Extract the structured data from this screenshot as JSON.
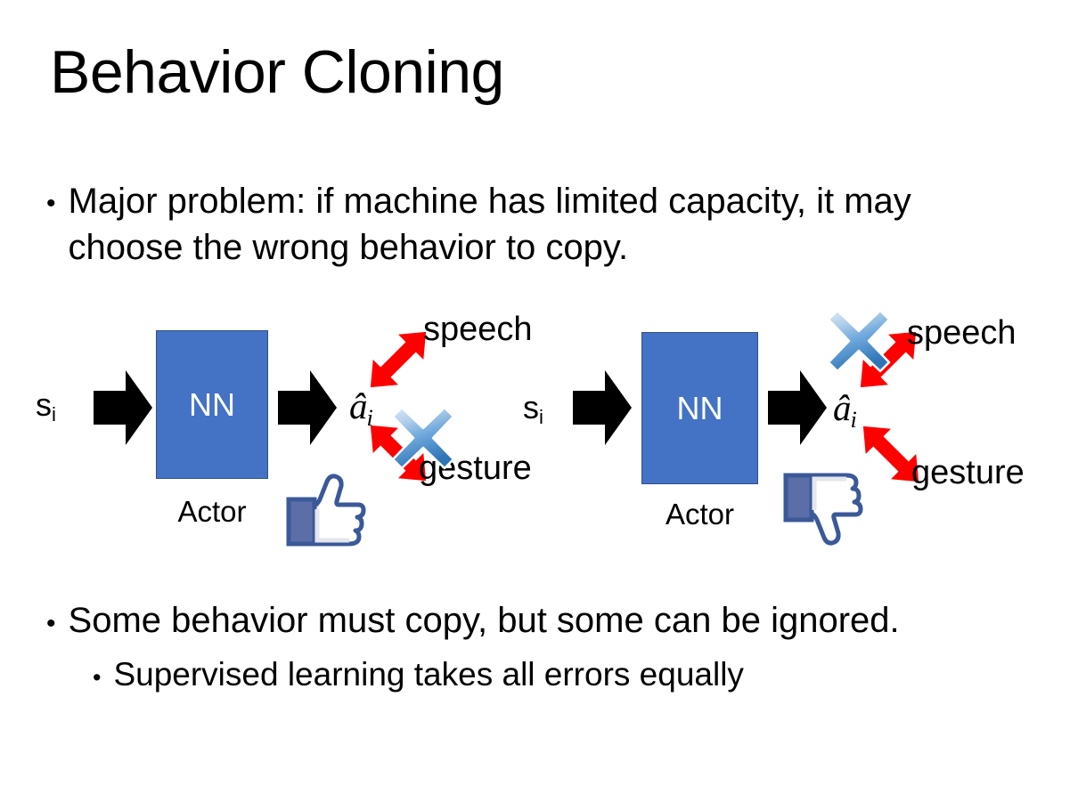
{
  "slide": {
    "title": "Behavior Cloning",
    "background_color": "#FFFFFF",
    "text_color": "#000000"
  },
  "bullets": {
    "top": {
      "marker": "•",
      "text": "Major problem: if machine has limited capacity, it may choose the wrong behavior to copy."
    },
    "bottom_primary": {
      "marker": "•",
      "text": "Some behavior must copy, but some can be ignored."
    },
    "bottom_secondary": {
      "marker": "•",
      "text": "Supervised learning takes all errors equally"
    }
  },
  "colors": {
    "nn_fill": "#4472C4",
    "nn_border": "#2F528F",
    "arrow_black": "#000000",
    "arrow_red": "#FF0000",
    "x_blue_light": "#BDD7F0",
    "x_blue_mid": "#5B9BD5",
    "x_blue_dark": "#2E75B6",
    "thumb_outline": "#3B5998",
    "thumb_cuff": "#5B6EA8",
    "thumb_fill": "#FFFFFF",
    "thumb_shade": "#E4E6EB"
  },
  "diagrams": [
    {
      "id": "left",
      "state_label": "s",
      "state_subscript": "i",
      "nn_label": "NN",
      "actor_label": "Actor",
      "action_label": "â",
      "action_subscript": "i",
      "outputs": [
        {
          "name": "speech",
          "label": "speech",
          "crossed_out": false
        },
        {
          "name": "gesture",
          "label": "gesture",
          "crossed_out": true
        }
      ],
      "verdict": "thumbs-up",
      "x_mark_on": "gesture"
    },
    {
      "id": "right",
      "state_label": "s",
      "state_subscript": "i",
      "nn_label": "NN",
      "actor_label": "Actor",
      "action_label": "â",
      "action_subscript": "i",
      "outputs": [
        {
          "name": "speech",
          "label": "speech",
          "crossed_out": true
        },
        {
          "name": "gesture",
          "label": "gesture",
          "crossed_out": false
        }
      ],
      "verdict": "thumbs-down",
      "x_mark_on": "speech"
    }
  ],
  "icons": {
    "block_arrow": "right-block-arrow-icon",
    "double_arrow": "red-double-headed-arrow-icon",
    "x_mark": "blue-x-cross-icon",
    "thumbs_up": "thumbs-up-icon",
    "thumbs_down": "thumbs-down-icon"
  }
}
